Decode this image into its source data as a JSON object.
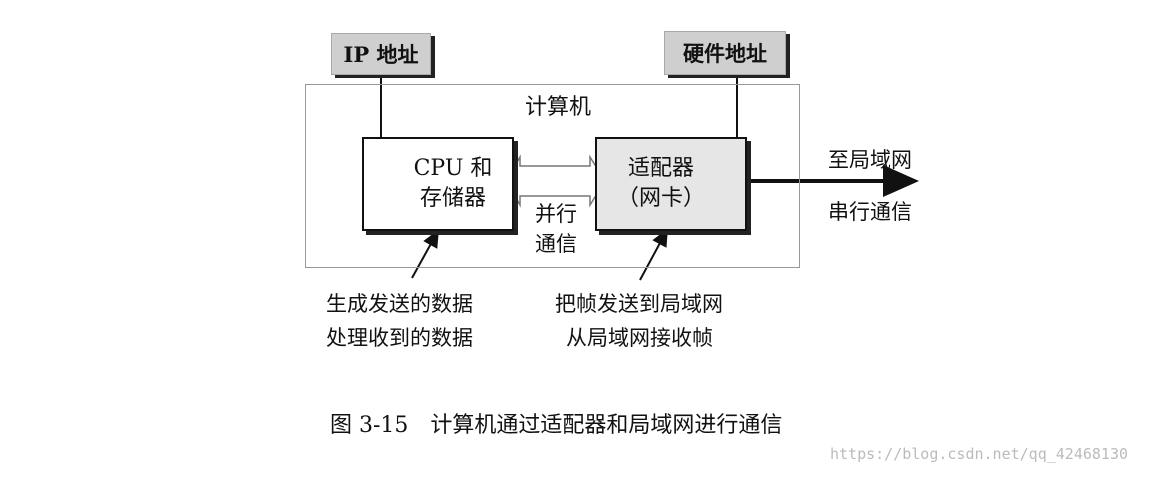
{
  "labels": {
    "ip_address": "IP 地址",
    "hardware_address": "硬件地址",
    "computer": "计算机",
    "cpu_line1": "CPU 和",
    "cpu_line2": "存储器",
    "adapter_line1": "适配器",
    "adapter_line2": "（网卡）",
    "parallel_line1": "并行",
    "parallel_line2": "通信",
    "to_lan": "至局域网",
    "serial": "串行通信",
    "cpu_note_line1": "生成发送的数据",
    "cpu_note_line2": "处理收到的数据",
    "adapter_note_line1": "把帧发送到局域网",
    "adapter_note_line2": "从局域网接收帧"
  },
  "caption": "图 3-15　计算机通过适配器和局域网进行通信",
  "watermark": "https://blog.csdn.net/qq_42468130",
  "colors": {
    "tag_fill": "#cfcfcf",
    "adapter_fill": "#e6e6e6",
    "line": "#111111"
  }
}
